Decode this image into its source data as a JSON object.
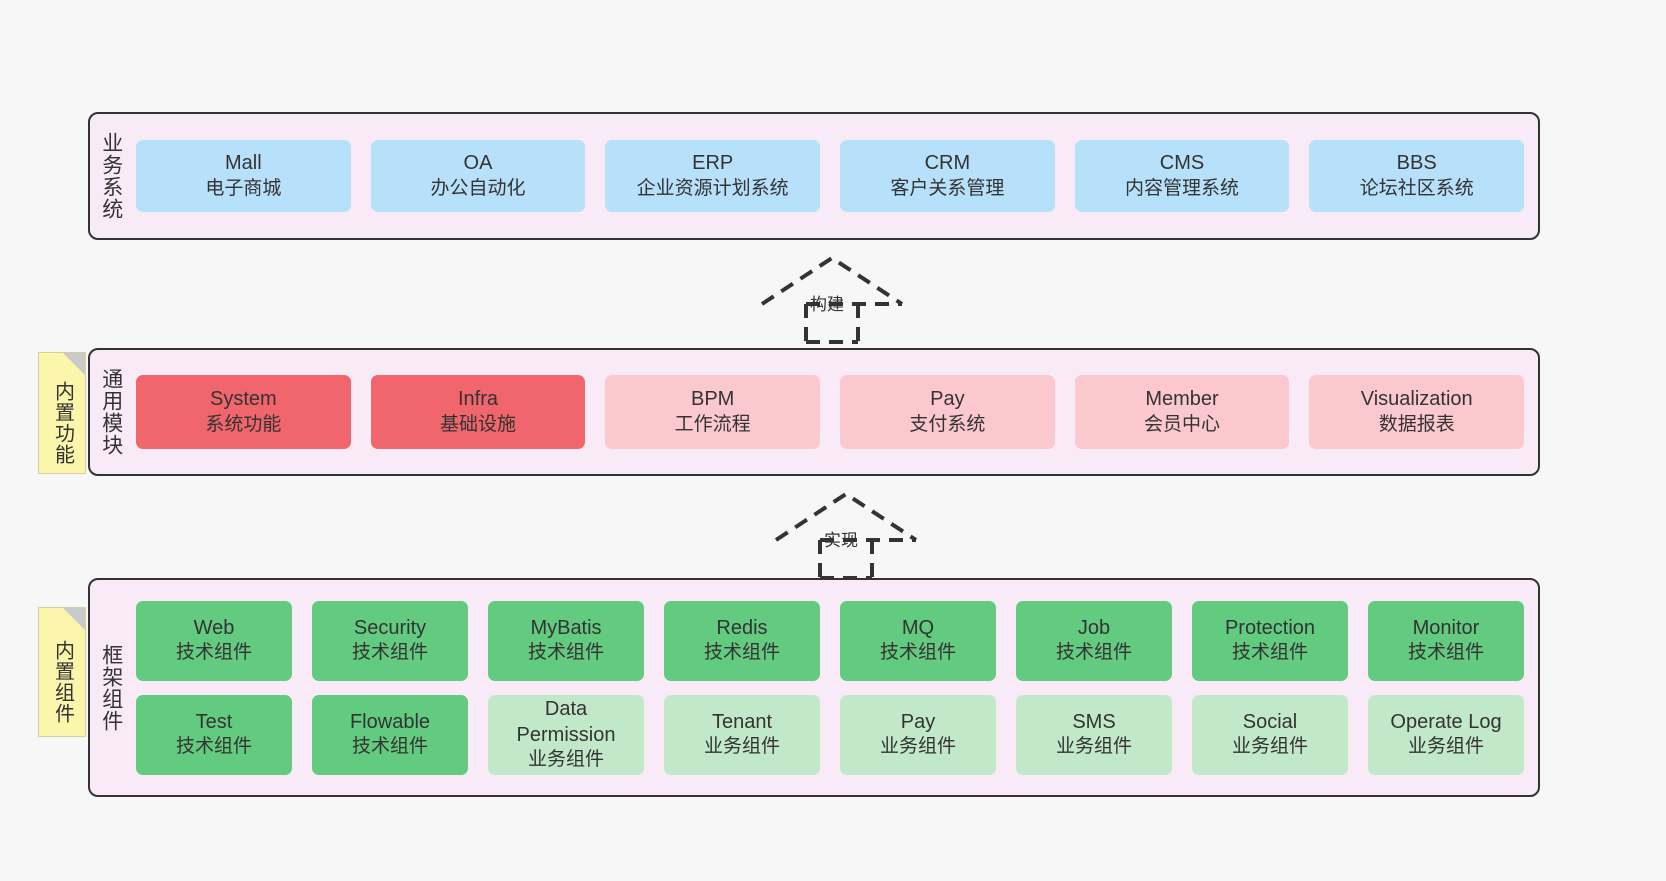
{
  "layers": [
    {
      "id": "business",
      "title": "业务系统",
      "rows": [
        {
          "cards": [
            {
              "en": "Mall",
              "cn": "电子商城",
              "color": "#b7e0fb"
            },
            {
              "en": "OA",
              "cn": "办公自动化",
              "color": "#b7e0fb"
            },
            {
              "en": "ERP",
              "cn": "企业资源计划系统",
              "color": "#b7e0fb"
            },
            {
              "en": "CRM",
              "cn": "客户关系管理",
              "color": "#b7e0fb"
            },
            {
              "en": "CMS",
              "cn": "内容管理系统",
              "color": "#b7e0fb"
            },
            {
              "en": "BBS",
              "cn": "论坛社区系统",
              "color": "#b7e0fb"
            }
          ]
        }
      ]
    },
    {
      "id": "common",
      "title": "通用模块",
      "rows": [
        {
          "cards": [
            {
              "en": "System",
              "cn": "系统功能",
              "color": "#f1666c"
            },
            {
              "en": "Infra",
              "cn": "基础设施",
              "color": "#f1666c"
            },
            {
              "en": "BPM",
              "cn": "工作流程",
              "color": "#fbc8ce"
            },
            {
              "en": "Pay",
              "cn": "支付系统",
              "color": "#fbc8ce"
            },
            {
              "en": "Member",
              "cn": "会员中心",
              "color": "#fbc8ce"
            },
            {
              "en": "Visualization",
              "cn": "数据报表",
              "color": "#fbc8ce"
            }
          ]
        }
      ]
    },
    {
      "id": "framework",
      "title": "框架组件",
      "rows": [
        {
          "cards": [
            {
              "en": "Web",
              "cn": "技术组件",
              "color": "#62cb7f"
            },
            {
              "en": "Security",
              "cn": "技术组件",
              "color": "#62cb7f"
            },
            {
              "en": "MyBatis",
              "cn": "技术组件",
              "color": "#62cb7f"
            },
            {
              "en": "Redis",
              "cn": "技术组件",
              "color": "#62cb7f"
            },
            {
              "en": "MQ",
              "cn": "技术组件",
              "color": "#62cb7f"
            },
            {
              "en": "Job",
              "cn": "技术组件",
              "color": "#62cb7f"
            },
            {
              "en": "Protection",
              "cn": "技术组件",
              "color": "#62cb7f"
            },
            {
              "en": "Monitor",
              "cn": "技术组件",
              "color": "#62cb7f"
            }
          ]
        },
        {
          "cards": [
            {
              "en": "Test",
              "cn": "技术组件",
              "color": "#62cb7f"
            },
            {
              "en": "Flowable",
              "cn": "技术组件",
              "color": "#62cb7f"
            },
            {
              "en": "Data Permission",
              "cn": "业务组件",
              "color": "#c1e9c9"
            },
            {
              "en": "Tenant",
              "cn": "业务组件",
              "color": "#c1e9c9"
            },
            {
              "en": "Pay",
              "cn": "业务组件",
              "color": "#c1e9c9"
            },
            {
              "en": "SMS",
              "cn": "业务组件",
              "color": "#c1e9c9"
            },
            {
              "en": "Social",
              "cn": "业务组件",
              "color": "#c1e9c9"
            },
            {
              "en": "Operate Log",
              "cn": "业务组件",
              "color": "#c1e9c9"
            }
          ]
        }
      ]
    }
  ],
  "notes": [
    {
      "id": "note-common",
      "text": "内置功能"
    },
    {
      "id": "note-framework",
      "text": "内置组件"
    }
  ],
  "arrows": [
    {
      "id": "arrow-build",
      "label": "构建"
    },
    {
      "id": "arrow-impl",
      "label": "实现"
    }
  ],
  "colors": {
    "background": "#f7f7f7",
    "panel_fill": "#f8eaf6",
    "panel_border": "#333333",
    "note_fill": "#fcf6ad",
    "note_fold": "#c9c9c9",
    "business_card": "#b7e0fb",
    "common_core_card": "#f1666c",
    "common_card": "#fbc8ce",
    "tech_component_card": "#62cb7f",
    "biz_component_card": "#c1e9c9",
    "text": "#333333"
  }
}
